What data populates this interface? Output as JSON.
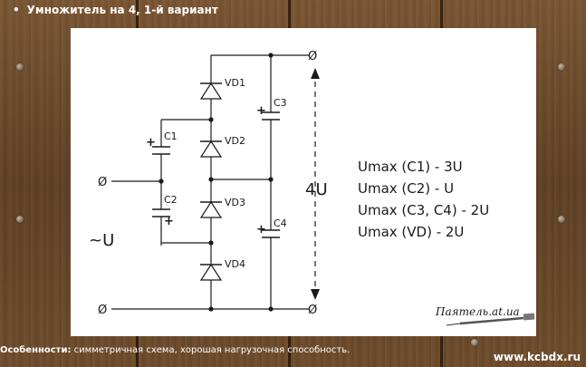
{
  "heading": {
    "bullet": "•",
    "text": "Умножитель на 4, 1-й вариант"
  },
  "diagram": {
    "components": {
      "vd1": "VD1",
      "vd2": "VD2",
      "vd3": "VD3",
      "vd4": "VD4",
      "c1": "C1",
      "c2": "C2",
      "c3": "C3",
      "c4": "C4"
    },
    "polarity": "+",
    "input_label": "~U",
    "output_label": "4U",
    "terminal_symbol": "Ø",
    "specs": [
      "Umax (C1)  - 3U",
      "Umax (C2)  - U",
      "Umax (C3, C4)  - 2U",
      "Umax (VD)  - 2U"
    ],
    "watermark": "Паятель.at.ua"
  },
  "footer": {
    "label": "Особенности:",
    "text": " симметричная схема, хорошая нагрузочная способность."
  },
  "site": "www.kcbdx.ru",
  "colors": {
    "wood": "#6b4a2b",
    "ink": "#1a1a1a",
    "panel": "#ffffff"
  }
}
